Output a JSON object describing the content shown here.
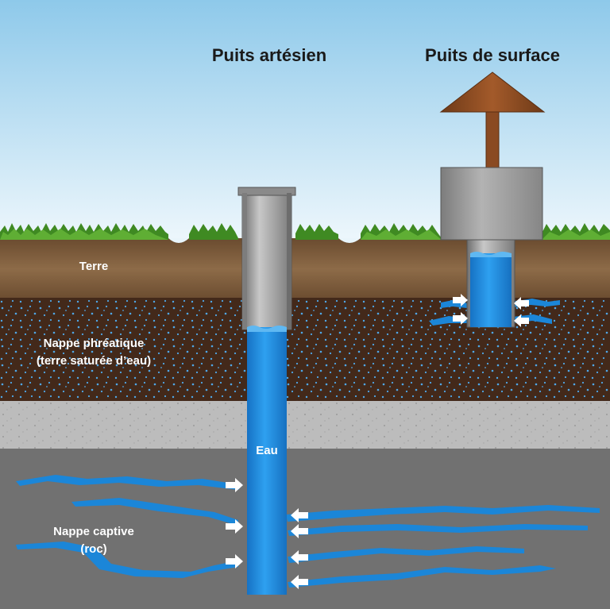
{
  "titles": {
    "artesian": "Puits artésien",
    "surface": "Puits de surface"
  },
  "layers": {
    "soil": "Terre",
    "water_table_line1": "Nappe phréatique",
    "water_table_line2": "(terre saturée d’eau)",
    "water_label": "Eau",
    "confined_line1": "Nappe captive",
    "confined_line2": "(roc)"
  },
  "colors": {
    "sky_top": "#8ec9ea",
    "sky_bottom": "#e9f5fb",
    "grass": "#4f9a2c",
    "soil": "#7a5b3c",
    "saturated": "#4a3020",
    "gravel": "#b9b9b9",
    "rock": "#6e6e6e",
    "water": "#1e8fe0",
    "pipe": "#9a9a9a",
    "roof": "#8a4a22"
  }
}
